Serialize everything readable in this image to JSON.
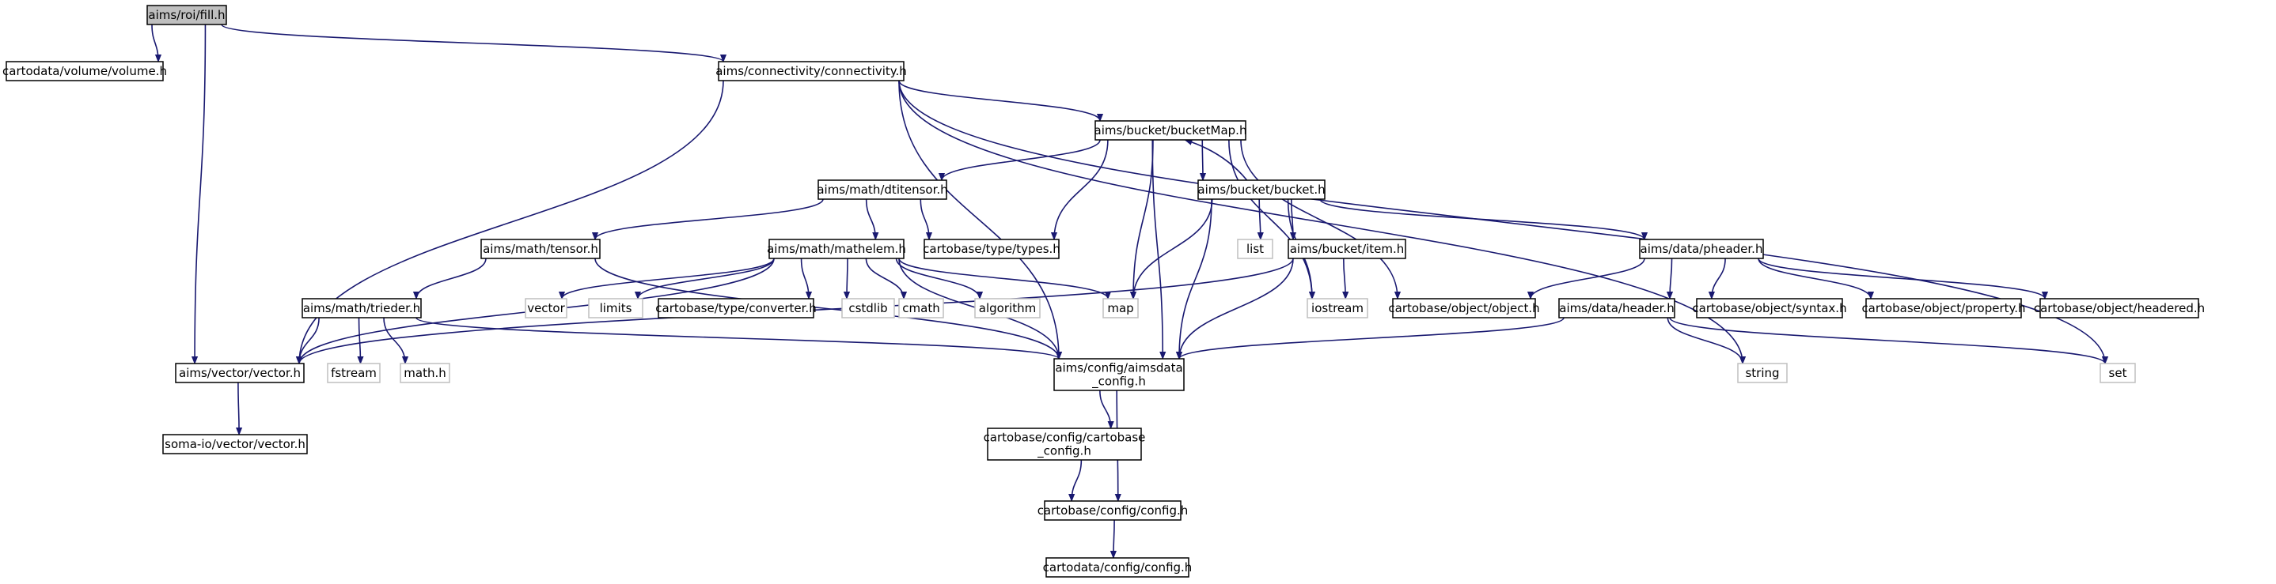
{
  "colors": {
    "edge": "#191970",
    "root_fill": "#bfbfbf",
    "node_fill": "#ffffff",
    "system_border": "#bfbfbf",
    "node_border": "#000000"
  },
  "nodes": [
    {
      "id": "fill",
      "lines": [
        "aims/roi/fill.h"
      ],
      "kind": "root"
    },
    {
      "id": "volume",
      "lines": [
        "cartodata/volume/volume.h"
      ],
      "kind": "header"
    },
    {
      "id": "connectivity",
      "lines": [
        "aims/connectivity/connectivity.h"
      ],
      "kind": "header"
    },
    {
      "id": "bucketMap",
      "lines": [
        "aims/bucket/bucketMap.h"
      ],
      "kind": "header"
    },
    {
      "id": "dtitensor",
      "lines": [
        "aims/math/dtitensor.h"
      ],
      "kind": "header"
    },
    {
      "id": "bucket",
      "lines": [
        "aims/bucket/bucket.h"
      ],
      "kind": "header"
    },
    {
      "id": "tensor",
      "lines": [
        "aims/math/tensor.h"
      ],
      "kind": "header"
    },
    {
      "id": "mathelem",
      "lines": [
        "aims/math/mathelem.h"
      ],
      "kind": "header"
    },
    {
      "id": "types",
      "lines": [
        "cartobase/type/types.h"
      ],
      "kind": "header"
    },
    {
      "id": "list",
      "lines": [
        "list"
      ],
      "kind": "system"
    },
    {
      "id": "item",
      "lines": [
        "aims/bucket/item.h"
      ],
      "kind": "header"
    },
    {
      "id": "pheader",
      "lines": [
        "aims/data/pheader.h"
      ],
      "kind": "header"
    },
    {
      "id": "trieder",
      "lines": [
        "aims/math/trieder.h"
      ],
      "kind": "header"
    },
    {
      "id": "vector",
      "lines": [
        "vector"
      ],
      "kind": "system"
    },
    {
      "id": "limits",
      "lines": [
        "limits"
      ],
      "kind": "system"
    },
    {
      "id": "converter",
      "lines": [
        "cartobase/type/converter.h"
      ],
      "kind": "header"
    },
    {
      "id": "cstdlib",
      "lines": [
        "cstdlib"
      ],
      "kind": "system"
    },
    {
      "id": "cmath",
      "lines": [
        "cmath"
      ],
      "kind": "system"
    },
    {
      "id": "algorithm",
      "lines": [
        "algorithm"
      ],
      "kind": "system"
    },
    {
      "id": "map",
      "lines": [
        "map"
      ],
      "kind": "system"
    },
    {
      "id": "iostream",
      "lines": [
        "iostream"
      ],
      "kind": "system"
    },
    {
      "id": "object",
      "lines": [
        "cartobase/object/object.h"
      ],
      "kind": "header"
    },
    {
      "id": "header",
      "lines": [
        "aims/data/header.h"
      ],
      "kind": "header"
    },
    {
      "id": "syntax",
      "lines": [
        "cartobase/object/syntax.h"
      ],
      "kind": "header"
    },
    {
      "id": "property",
      "lines": [
        "cartobase/object/property.h"
      ],
      "kind": "header"
    },
    {
      "id": "headered",
      "lines": [
        "cartobase/object/headered.h"
      ],
      "kind": "header"
    },
    {
      "id": "vectorh",
      "lines": [
        "aims/vector/vector.h"
      ],
      "kind": "header"
    },
    {
      "id": "fstream",
      "lines": [
        "fstream"
      ],
      "kind": "system"
    },
    {
      "id": "mathh",
      "lines": [
        "math.h"
      ],
      "kind": "system"
    },
    {
      "id": "aimsdata_config",
      "lines": [
        "aims/config/aimsdata",
        "_config.h"
      ],
      "kind": "header"
    },
    {
      "id": "string",
      "lines": [
        "string"
      ],
      "kind": "system"
    },
    {
      "id": "set",
      "lines": [
        "set"
      ],
      "kind": "system"
    },
    {
      "id": "somavector",
      "lines": [
        "soma-io/vector/vector.h"
      ],
      "kind": "header"
    },
    {
      "id": "cartobase_config",
      "lines": [
        "cartobase/config/cartobase",
        "_config.h"
      ],
      "kind": "header"
    },
    {
      "id": "config",
      "lines": [
        "cartobase/config/config.h"
      ],
      "kind": "header"
    },
    {
      "id": "cartodata_config",
      "lines": [
        "cartodata/config/config.h"
      ],
      "kind": "header"
    }
  ],
  "edges": [
    [
      "fill",
      "volume"
    ],
    [
      "fill",
      "connectivity"
    ],
    [
      "fill",
      "vectorh"
    ],
    [
      "connectivity",
      "bucketMap"
    ],
    [
      "connectivity",
      "vectorh"
    ],
    [
      "connectivity",
      "aimsdata_config"
    ],
    [
      "connectivity",
      "string"
    ],
    [
      "connectivity",
      "set"
    ],
    [
      "bucketMap",
      "bucket"
    ],
    [
      "bucketMap",
      "dtitensor"
    ],
    [
      "bucketMap",
      "types"
    ],
    [
      "bucketMap",
      "map"
    ],
    [
      "bucketMap",
      "aimsdata_config"
    ],
    [
      "bucketMap",
      "iostream"
    ],
    [
      "bucketMap",
      "object"
    ],
    [
      "bucket",
      "bucketMap"
    ],
    [
      "bucket",
      "item"
    ],
    [
      "bucket",
      "list"
    ],
    [
      "bucket",
      "map"
    ],
    [
      "bucket",
      "aimsdata_config"
    ],
    [
      "bucket",
      "iostream"
    ],
    [
      "bucket",
      "pheader"
    ],
    [
      "dtitensor",
      "tensor"
    ],
    [
      "dtitensor",
      "mathelem"
    ],
    [
      "dtitensor",
      "types"
    ],
    [
      "tensor",
      "trieder"
    ],
    [
      "tensor",
      "aimsdata_config"
    ],
    [
      "mathelem",
      "vector"
    ],
    [
      "mathelem",
      "limits"
    ],
    [
      "mathelem",
      "converter"
    ],
    [
      "mathelem",
      "cstdlib"
    ],
    [
      "mathelem",
      "cmath"
    ],
    [
      "mathelem",
      "algorithm"
    ],
    [
      "mathelem",
      "map"
    ],
    [
      "mathelem",
      "aimsdata_config"
    ],
    [
      "mathelem",
      "vectorh"
    ],
    [
      "item",
      "iostream"
    ],
    [
      "item",
      "aimsdata_config"
    ],
    [
      "item",
      "vectorh"
    ],
    [
      "pheader",
      "object"
    ],
    [
      "pheader",
      "header"
    ],
    [
      "pheader",
      "syntax"
    ],
    [
      "pheader",
      "property"
    ],
    [
      "pheader",
      "headered"
    ],
    [
      "header",
      "aimsdata_config"
    ],
    [
      "header",
      "string"
    ],
    [
      "header",
      "set"
    ],
    [
      "trieder",
      "vectorh"
    ],
    [
      "trieder",
      "fstream"
    ],
    [
      "trieder",
      "mathh"
    ],
    [
      "trieder",
      "aimsdata_config"
    ],
    [
      "vectorh",
      "somavector"
    ],
    [
      "aimsdata_config",
      "cartobase_config"
    ],
    [
      "aimsdata_config",
      "config"
    ],
    [
      "cartobase_config",
      "config"
    ],
    [
      "config",
      "cartodata_config"
    ]
  ]
}
